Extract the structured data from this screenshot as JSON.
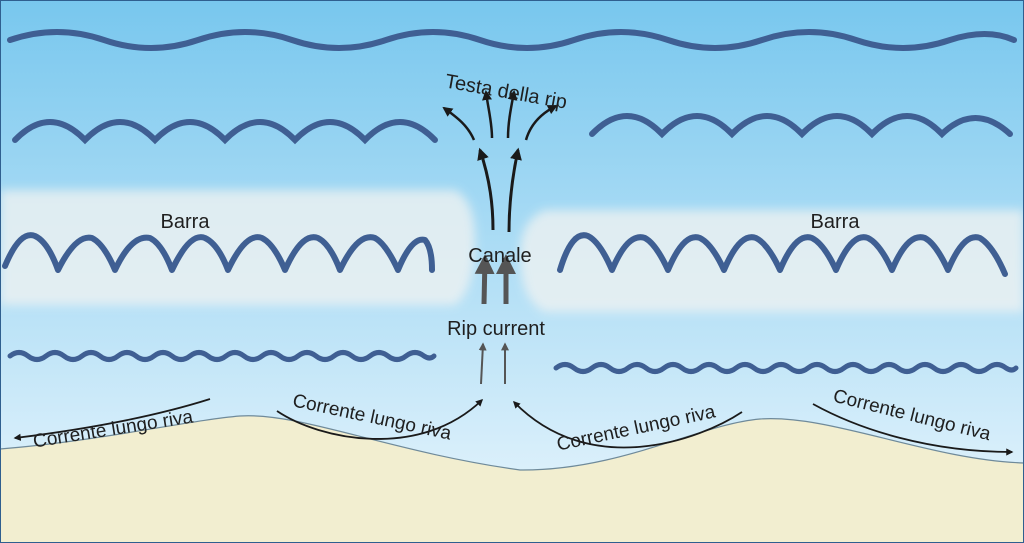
{
  "labels": {
    "head": "Testa della rip",
    "bar_left": "Barra",
    "bar_right": "Barra",
    "channel": "Canale",
    "rip": "Rip current",
    "longshore": "Corrente lungo riva"
  },
  "colors": {
    "sea_top": "#78c7ee",
    "sea_bottom": "#eaf6fd",
    "sand": "#f2eed0",
    "shore_line": "#6f8a9a",
    "wave": "#3f5f93",
    "bar_fill": "#eef2f2",
    "arrow_dark": "#1a1a1a",
    "arrow_grey": "#555555",
    "frame": "#2f5f8f"
  },
  "icons": [
    "arrow-icon",
    "wave-icon"
  ]
}
